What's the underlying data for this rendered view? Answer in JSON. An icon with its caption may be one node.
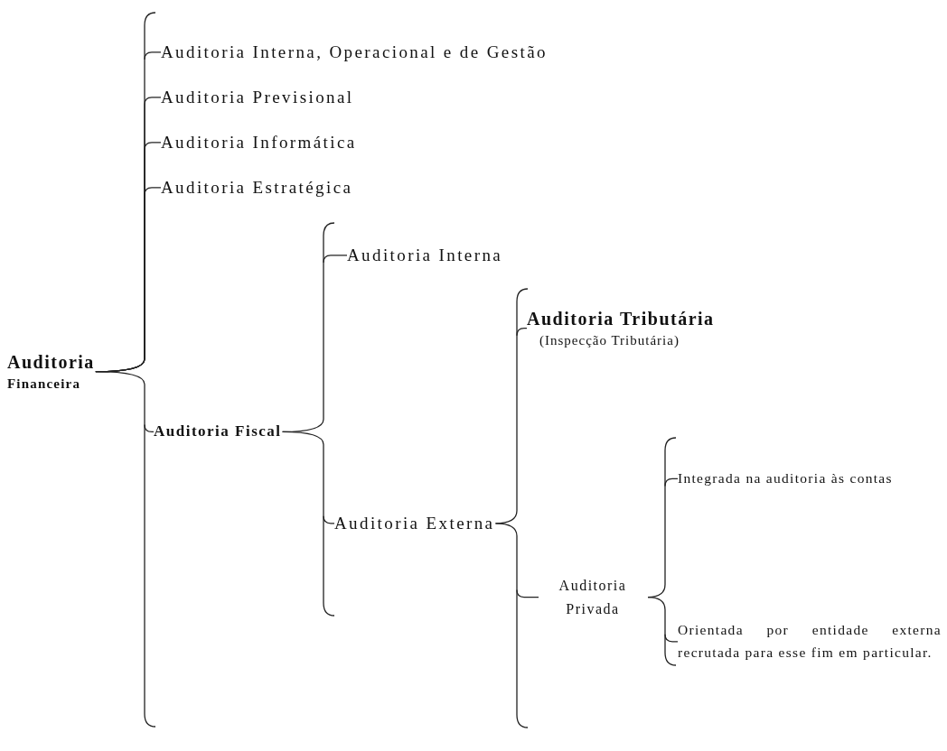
{
  "diagram": {
    "nodes": [
      {
        "text": [
          "Auditoria",
          "Financeira"
        ]
      },
      {
        "text": [
          "Auditoria Interna, Operacional e de Gestão"
        ]
      },
      {
        "text": [
          "Auditoria Previsional"
        ]
      },
      {
        "text": [
          "Auditoria Informática"
        ]
      },
      {
        "text": [
          "Auditoria Estratégica"
        ]
      },
      {
        "text": [
          "Auditoria Fiscal"
        ]
      },
      {
        "text": [
          "Auditoria Interna"
        ]
      },
      {
        "text": [
          "Auditoria Externa"
        ]
      },
      {
        "text": [
          "Auditoria Tributária",
          "(Inspecção Tributária)"
        ]
      },
      {
        "text": [
          "Auditoria Privada"
        ]
      },
      {
        "text": [
          "Integrada na auditoria às contas"
        ]
      },
      {
        "text": [
          "Orientada por entidade externa recrutada para esse fim em particular."
        ]
      }
    ],
    "edges": [
      {
        "from": 0,
        "to": 1,
        "arrow": "none"
      },
      {
        "from": 0,
        "to": 2,
        "arrow": "none"
      },
      {
        "from": 0,
        "to": 3,
        "arrow": "none"
      },
      {
        "from": 0,
        "to": 4,
        "arrow": "none"
      },
      {
        "from": 0,
        "to": 5,
        "arrow": "none"
      },
      {
        "from": 5,
        "to": 6,
        "arrow": "none"
      },
      {
        "from": 5,
        "to": 7,
        "arrow": "none"
      },
      {
        "from": 7,
        "to": 8,
        "arrow": "none"
      },
      {
        "from": 7,
        "to": 9,
        "arrow": "none"
      },
      {
        "from": 9,
        "to": 10,
        "arrow": "none"
      },
      {
        "from": 9,
        "to": 11,
        "arrow": "none"
      }
    ]
  }
}
